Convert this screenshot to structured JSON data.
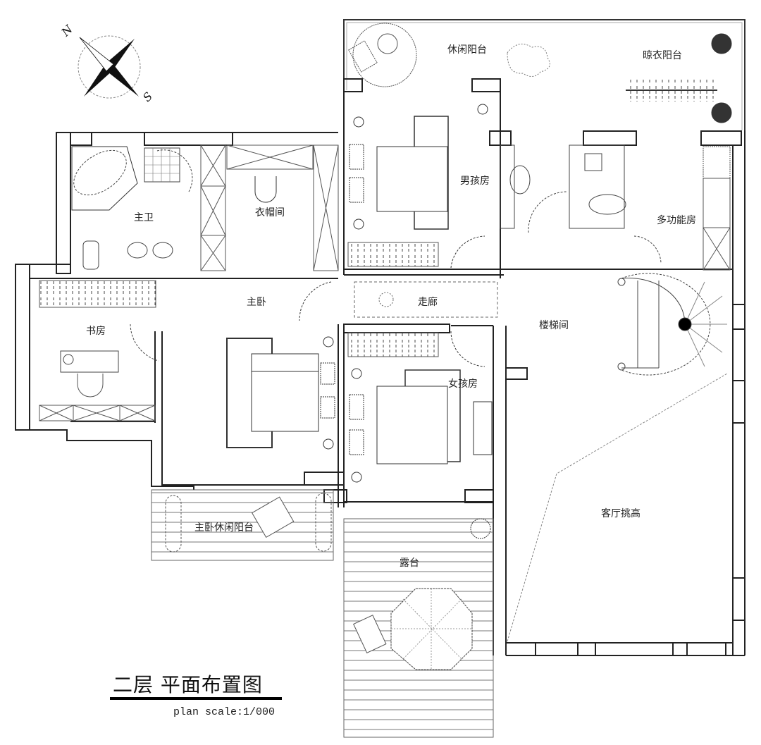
{
  "drawing": {
    "title": "二层 平面布置图",
    "subtitle": "plan   scale:1/000"
  },
  "compass": {
    "north_label": "N",
    "south_label": "S"
  },
  "rooms": {
    "leisure_balcony": "休闲阳台",
    "drying_balcony": "晾衣阳台",
    "master_bath": "主卫",
    "walk_in_closet": "衣帽间",
    "boys_room": "男孩房",
    "multi_room": "多功能房",
    "study": "书房",
    "master_bedroom": "主卧",
    "corridor": "走廊",
    "stairwell": "楼梯间",
    "girls_room": "女孩房",
    "living_double_height": "客厅挑高",
    "master_balcony": "主卧休闲阳台",
    "terrace": "露台"
  },
  "colors": {
    "line": "#222222",
    "wall_fill": "#ffffff",
    "background": "#ffffff"
  }
}
